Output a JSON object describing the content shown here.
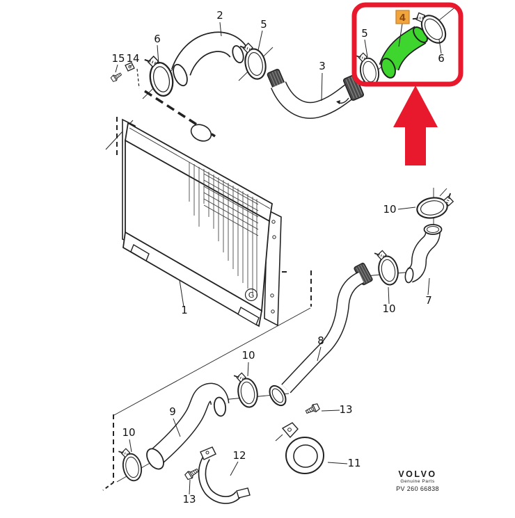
{
  "diagram": {
    "labels": [
      {
        "id": "radiator",
        "text": "1"
      },
      {
        "id": "upper-hose-left",
        "text": "2"
      },
      {
        "id": "upper-hose-mid",
        "text": "3"
      },
      {
        "id": "clamp-5-left",
        "text": "5"
      },
      {
        "id": "clamp-6-left",
        "text": "6"
      },
      {
        "id": "bolt-15",
        "text": "15"
      },
      {
        "id": "clip-14",
        "text": "14"
      },
      {
        "id": "clamp-10-top-right",
        "text": "10"
      },
      {
        "id": "clamp-10-mid-right",
        "text": "10"
      },
      {
        "id": "elbow-hose-7",
        "text": "7"
      },
      {
        "id": "lower-pipe-8",
        "text": "8"
      },
      {
        "id": "clamp-10-mid-bottom",
        "text": "10"
      },
      {
        "id": "lower-hose-9",
        "text": "9"
      },
      {
        "id": "clamp-10-bottom-left",
        "text": "10"
      },
      {
        "id": "pipe-bracket-12",
        "text": "12"
      },
      {
        "id": "bolt-13-bottom",
        "text": "13"
      },
      {
        "id": "bolt-13-right",
        "text": "13"
      },
      {
        "id": "hanger-bracket-11",
        "text": "11"
      },
      {
        "id": "clamp-5-callout",
        "text": "5"
      },
      {
        "id": "clamp-6-callout",
        "text": "6"
      }
    ],
    "radiator_stamp": "G"
  },
  "callout": {
    "part_tag": "4",
    "tag_fill": "#f2a53c",
    "highlight_color": "#3ed62e",
    "frame_color": "#e8192c"
  },
  "branding": {
    "brand": "VOLVO",
    "tagline": "Genuine Parts",
    "code": "PV 260 66838"
  }
}
